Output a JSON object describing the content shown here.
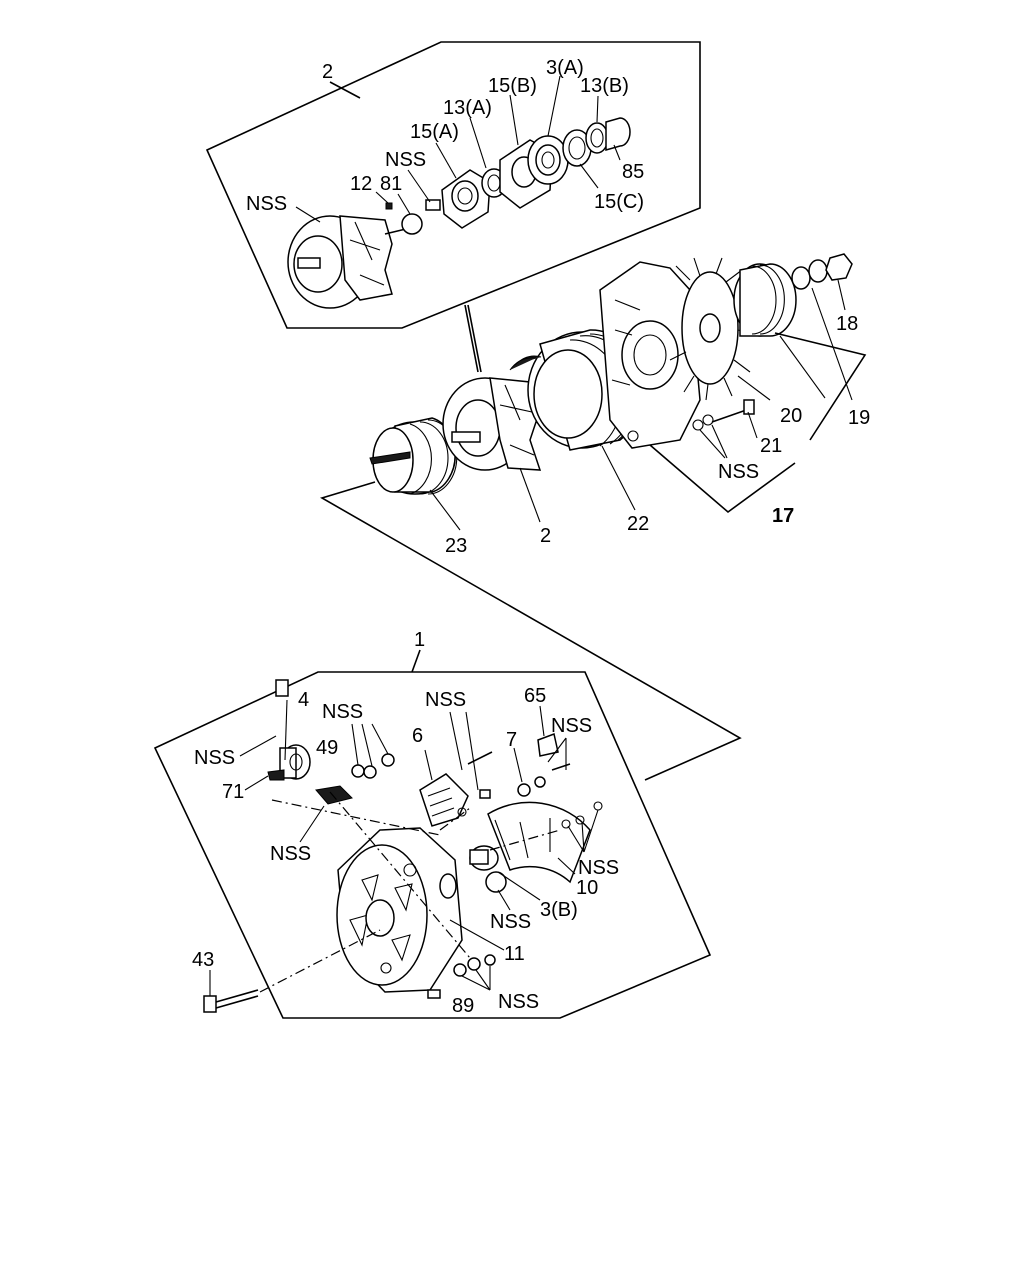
{
  "callouts": {
    "c2_top": "2",
    "c3a": "3(A)",
    "c15b": "15(B)",
    "c13b": "13(B)",
    "c13a": "13(A)",
    "c15a": "15(A)",
    "c85": "85",
    "c15c": "15(C)",
    "nss_top1": "NSS",
    "c12": "12",
    "c81": "81",
    "nss_top2": "NSS",
    "c18": "18",
    "c20": "20",
    "c19": "19",
    "c21": "21",
    "nss_mid": "NSS",
    "c17": "17",
    "c23": "23",
    "c2_mid": "2",
    "c22": "22",
    "c1": "1",
    "c4": "4",
    "nss_a": "NSS",
    "c49": "49",
    "nss_b": "NSS",
    "c71": "71",
    "nss_c": "NSS",
    "c6": "6",
    "nss_d": "NSS",
    "c65": "65",
    "c7": "7",
    "nss_e": "NSS",
    "nss_f": "NSS",
    "c10": "10",
    "nss_g": "NSS",
    "c3b": "3(B)",
    "c11": "11",
    "c43": "43",
    "c89": "89",
    "nss_h": "NSS"
  }
}
